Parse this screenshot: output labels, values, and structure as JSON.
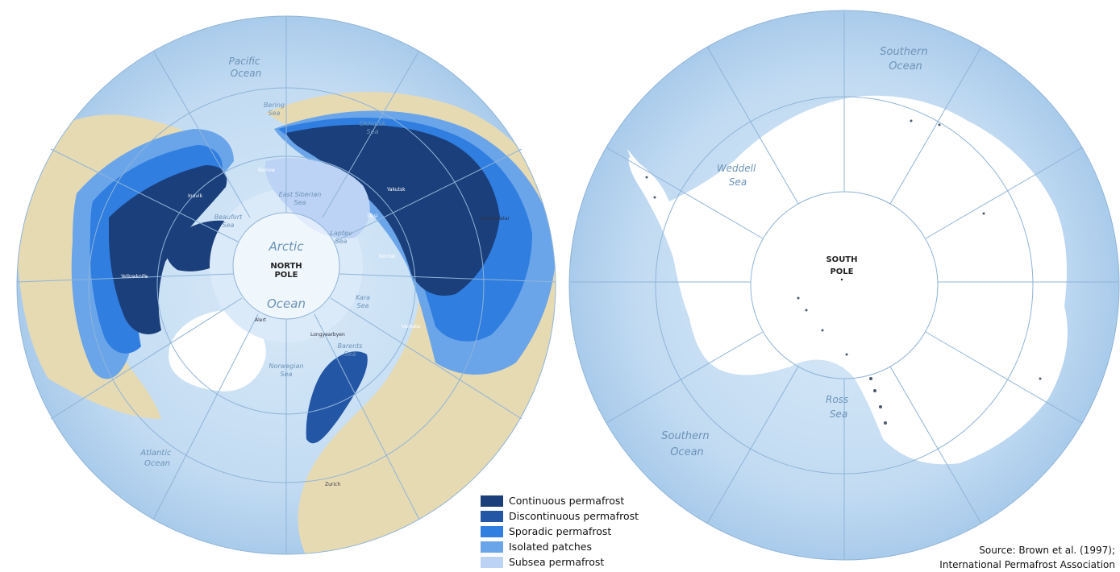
{
  "north_map": {
    "ocean_labels": {
      "pacific": "Pacific\nOcean",
      "atlantic": "Atlantic\nOcean",
      "arctic_top": "Arctic",
      "arctic_bottom": "Ocean"
    },
    "sea_labels": {
      "bering": "Bering\nSea",
      "okhotsk": "Okhotsk\nSea",
      "beaufort": "Beaufort\nSea",
      "east_siberian": "East Siberian\nSea",
      "laptev": "Laptev\nSea",
      "kara": "Kara\nSea",
      "barents": "Barents\nSea",
      "norwegian": "Norwegian\nSea"
    },
    "place_labels": [
      "Barrow",
      "Yakutsk",
      "Tiksi",
      "Norilsk",
      "Vorkuta",
      "Alert",
      "Longyearbyen",
      "Inuvik",
      "Yellowknife",
      "Zurich",
      "Ulaanbaatar"
    ],
    "pole_label_1": "NORTH",
    "pole_label_2": "POLE"
  },
  "south_map": {
    "ocean_top": "Southern\nOcean",
    "ocean_bottom": "Southern\nOcean",
    "weddell": "Weddell\nSea",
    "ross": "Ross\nSea",
    "pole_label_1": "SOUTH",
    "pole_label_2": "POLE"
  },
  "legend": {
    "items": [
      {
        "label": "Continuous permafrost",
        "color": "#1b3f7a"
      },
      {
        "label": "Discontinuous permafrost",
        "color": "#2456a6"
      },
      {
        "label": "Sporadic permafrost",
        "color": "#2f7ee0"
      },
      {
        "label": "Isolated patches",
        "color": "#6aa5ea"
      },
      {
        "label": "Subsea permafrost",
        "color": "#bcd3f5"
      }
    ]
  },
  "source": {
    "line1": "Source: Brown et al. (1997);",
    "line2": "International Permafrost Association"
  },
  "colors": {
    "ocean": "#bcd8f0",
    "land": "#e8dcb4",
    "ice": "#ffffff",
    "grid": "#8fb4d8"
  }
}
